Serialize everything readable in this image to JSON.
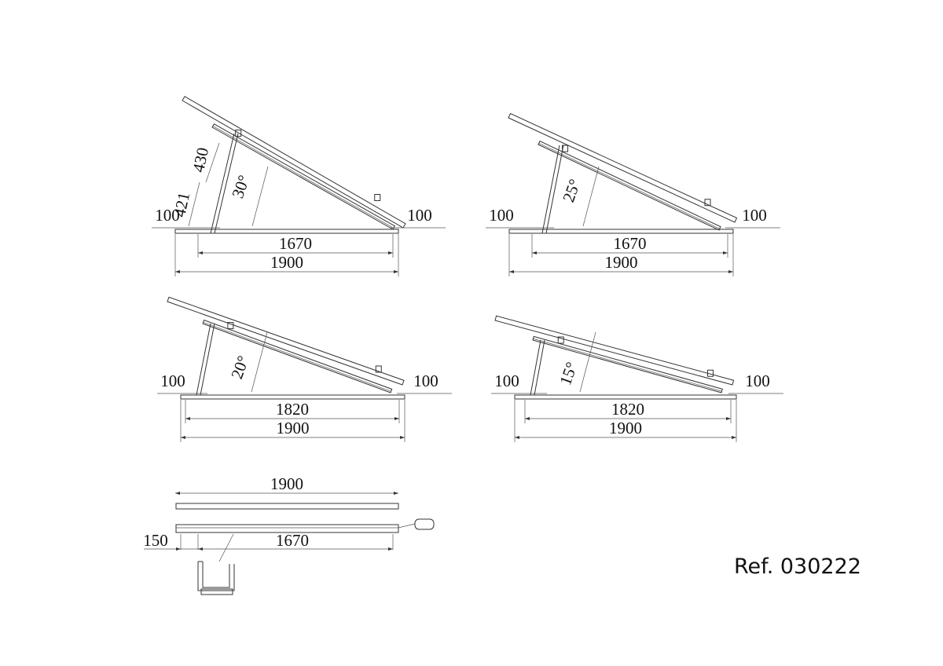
{
  "reference": "Ref. 030222",
  "stands": [
    {
      "id": "tilt-30",
      "angle_label": "30°",
      "rail_spacing": "1670",
      "total_length": "1900",
      "left_overhang": "100",
      "right_overhang": "100",
      "leg_upper": "430",
      "leg_lower": "421"
    },
    {
      "id": "tilt-25",
      "angle_label": "25°",
      "rail_spacing": "1670",
      "total_length": "1900",
      "left_overhang": "100",
      "right_overhang": "100"
    },
    {
      "id": "tilt-20",
      "angle_label": "20°",
      "rail_spacing": "1820",
      "total_length": "1900",
      "left_overhang": "100",
      "right_overhang": "100"
    },
    {
      "id": "tilt-15",
      "angle_label": "15°",
      "rail_spacing": "1820",
      "total_length": "1900",
      "left_overhang": "100",
      "right_overhang": "100"
    }
  ],
  "rail_detail": {
    "total_length": "1900",
    "hole_offset": "150",
    "hole_spacing": "1670"
  }
}
